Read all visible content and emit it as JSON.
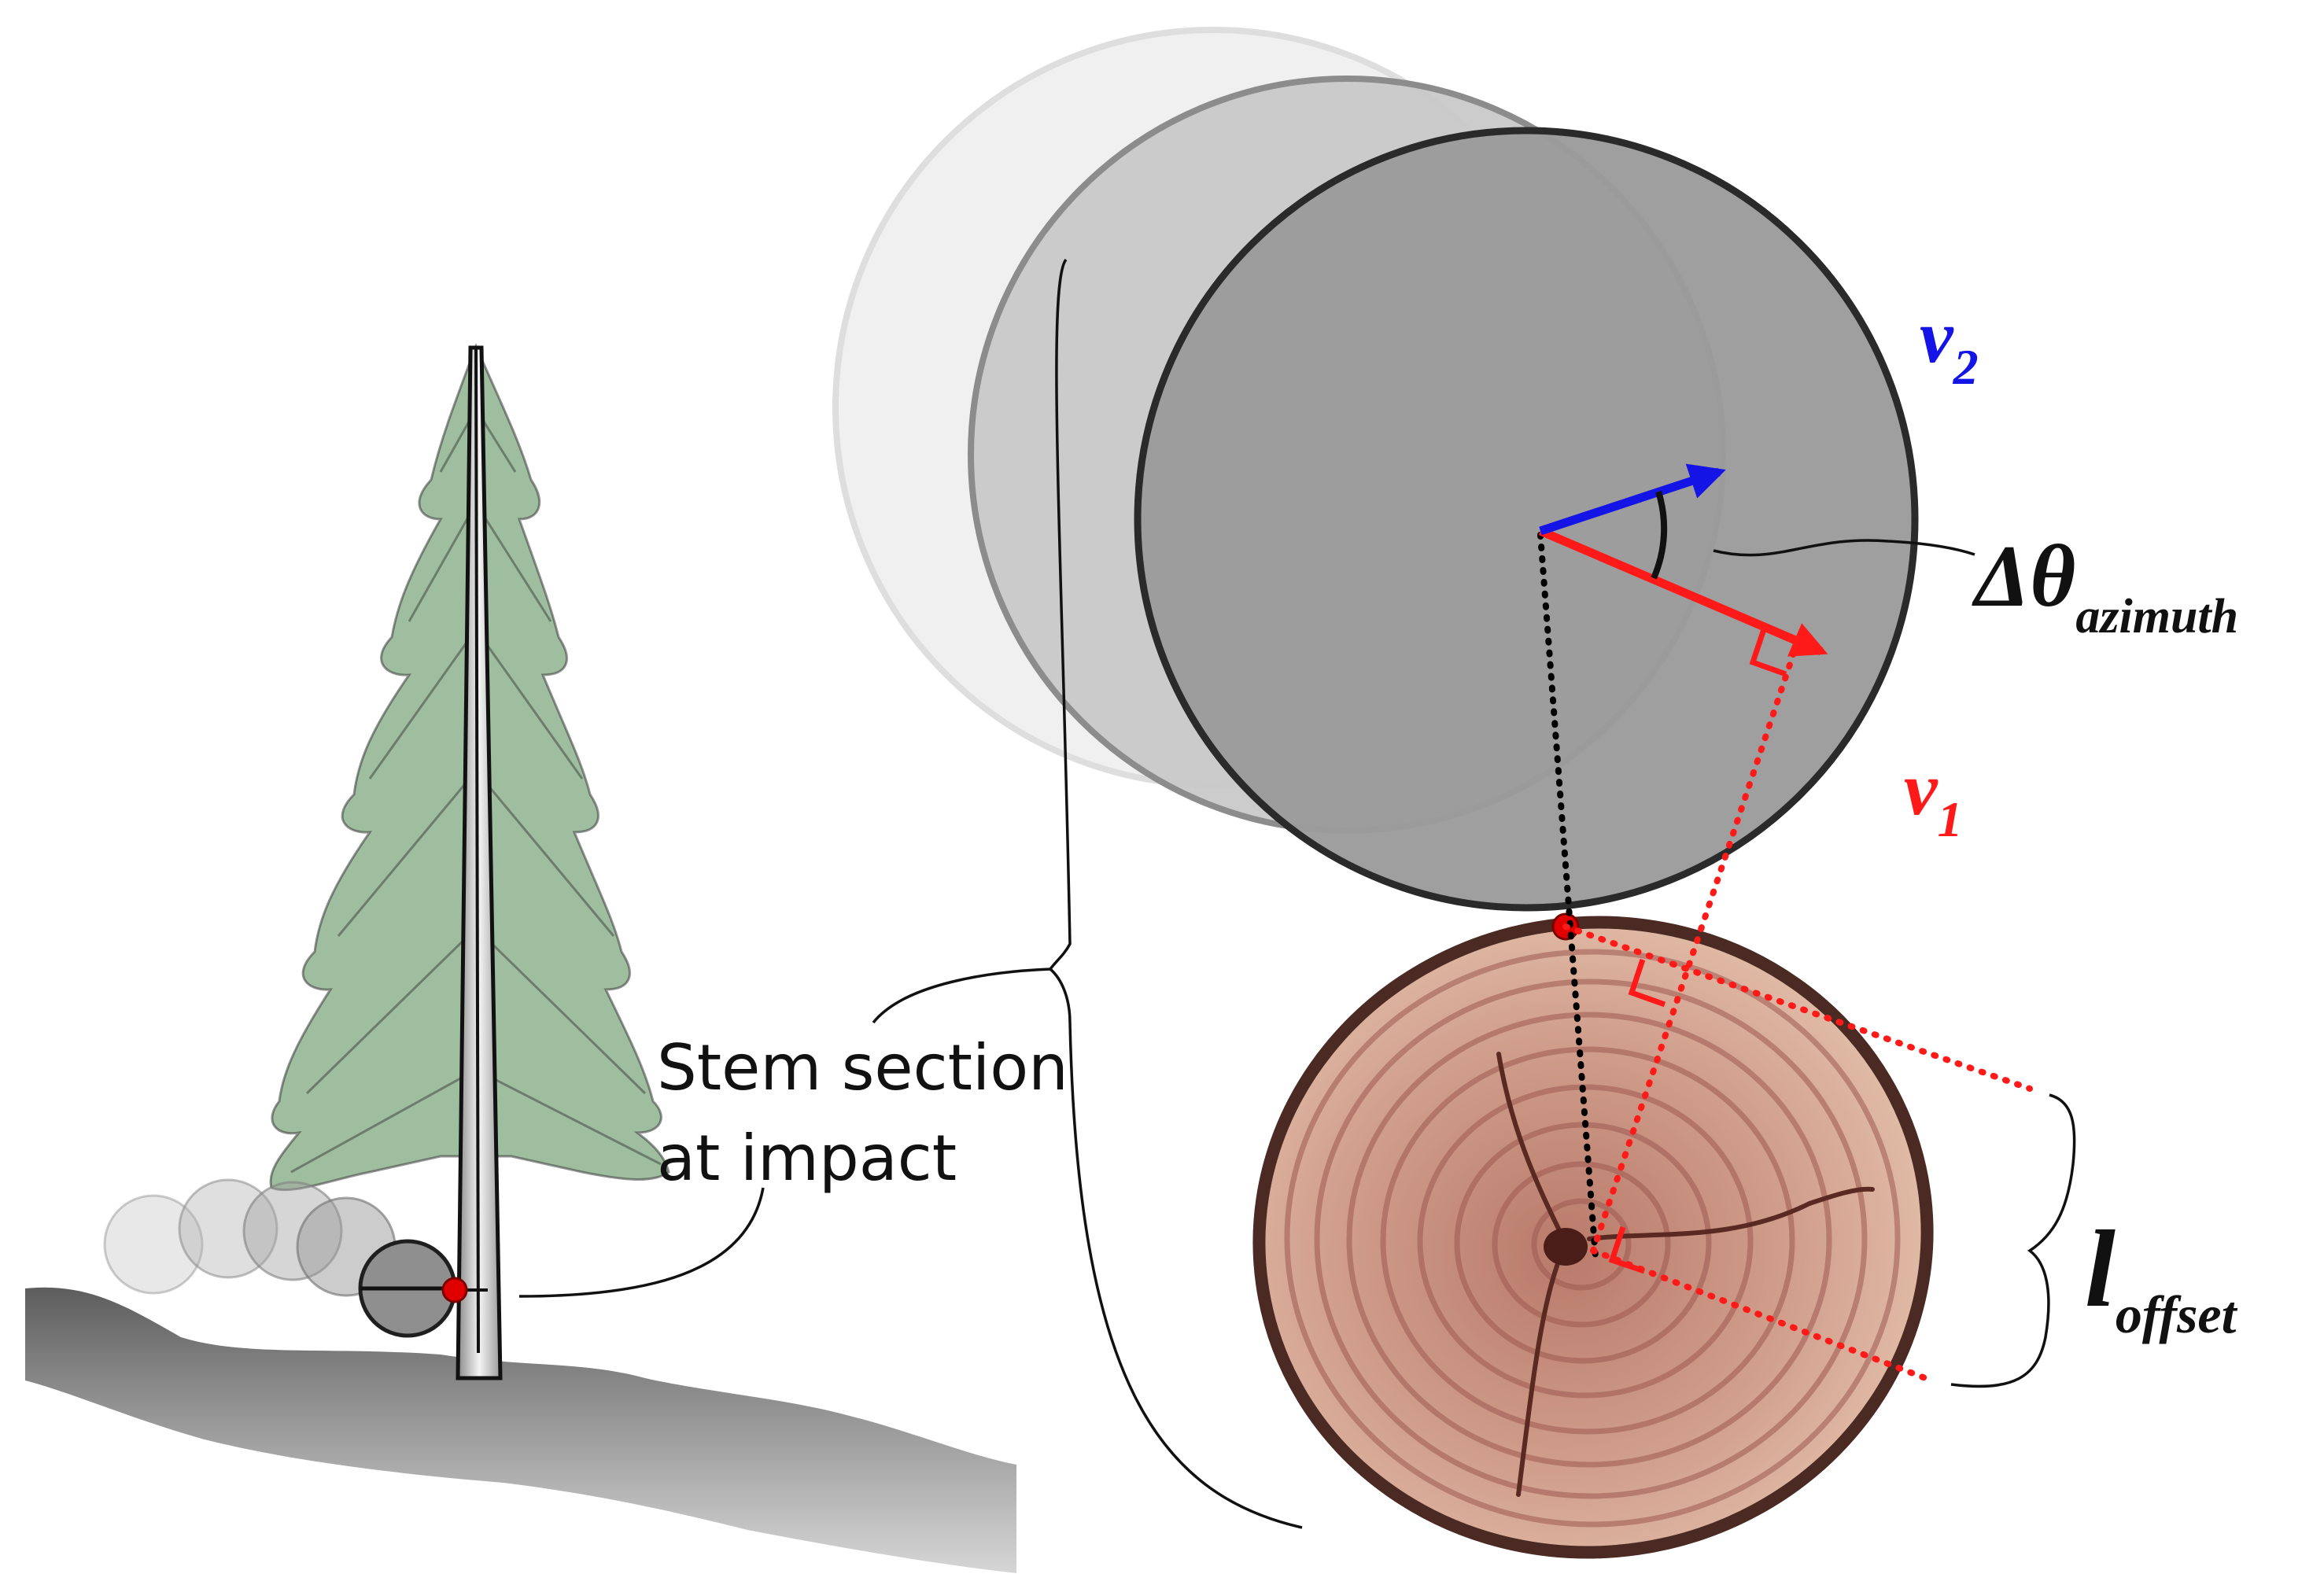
{
  "labels": {
    "stem_section_line1": "Stem section",
    "stem_section_line2": "at impact",
    "v2_base": "v",
    "v2_sub": "2",
    "v1_base": "v",
    "v1_sub": "1",
    "delta_theta_base": "Δθ",
    "delta_theta_sub": "azimuth",
    "l_offset_base": "l",
    "l_offset_sub": "offset"
  },
  "colors": {
    "v1_vector": "#ff1a1a",
    "v2_vector": "#1414e6",
    "contact_point": "#e00000",
    "boulder_fill": "#9b9b9b",
    "boulder_stroke": "#2a2a2a",
    "wood_ring": "#c48a7a",
    "bark": "#4a2a22",
    "ground": "#7a7a7a",
    "foliage": "#8fae8f"
  },
  "icons": {
    "tree": "conifer-tree-icon",
    "boulder": "boulder-icon",
    "stem_disc": "tree-stem-cross-section-icon"
  }
}
